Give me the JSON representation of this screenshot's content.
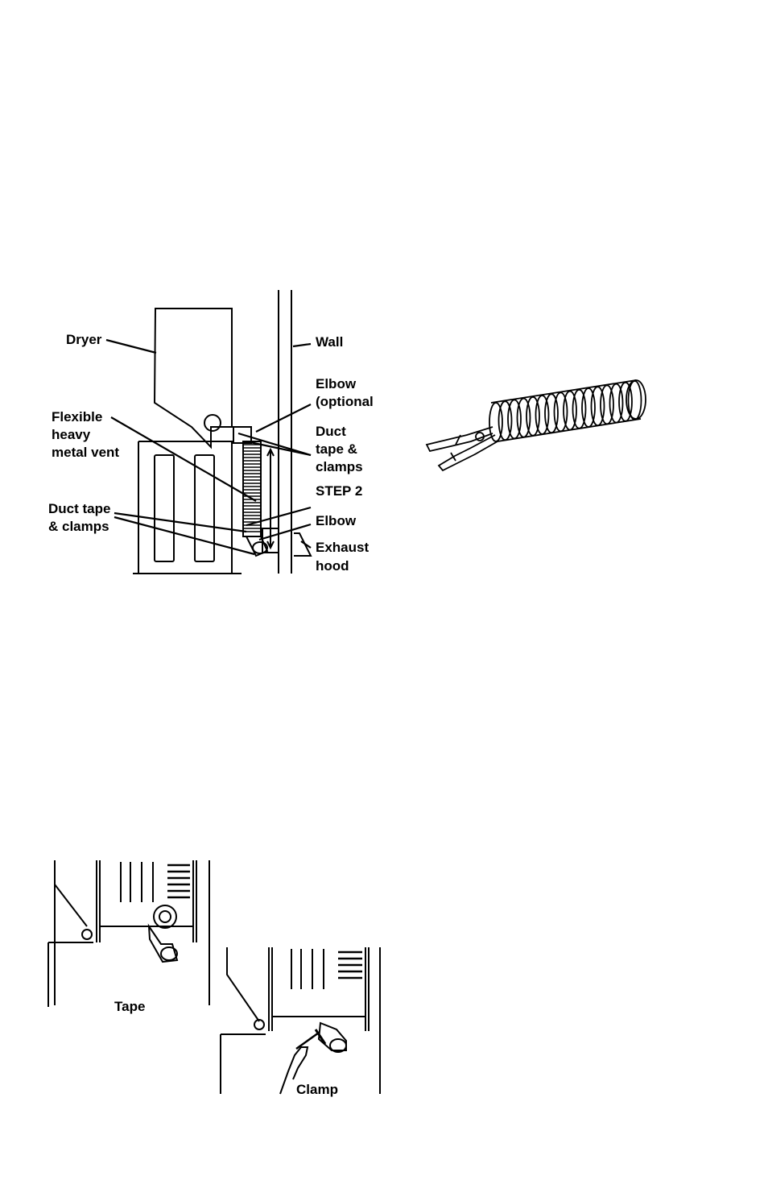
{
  "figure1": {
    "labels": {
      "dryer": "Dryer",
      "wall": "Wall",
      "elbow_optional": [
        "Elbow",
        "(optional"
      ],
      "flexible_vent": [
        "Flexible",
        "heavy",
        "metal vent"
      ],
      "duct_tape_clamps_right": [
        "Duct",
        "tape &",
        "clamps"
      ],
      "step": "STEP 2",
      "elbow": "Elbow",
      "duct_tape_clamps_left": [
        "Duct tape",
        "& clamps"
      ],
      "exhaust_hood": [
        "Exhaust",
        "hood"
      ]
    }
  },
  "figure3": {
    "labels": {
      "tape": "Tape",
      "clamp": "Clamp"
    }
  }
}
